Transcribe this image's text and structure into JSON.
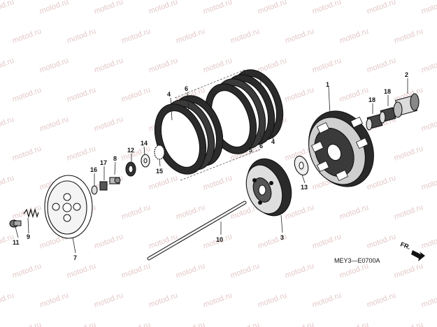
{
  "diagram": {
    "code": "MEY3—E0700A",
    "direction_label": "FR.",
    "watermark": "motod.ru",
    "callouts": [
      {
        "id": "c1",
        "text": "1"
      },
      {
        "id": "c2",
        "text": "2"
      },
      {
        "id": "c3",
        "text": "3"
      },
      {
        "id": "c4a",
        "text": "4"
      },
      {
        "id": "c4b",
        "text": "4"
      },
      {
        "id": "c5",
        "text": "5"
      },
      {
        "id": "c6a",
        "text": "6"
      },
      {
        "id": "c6b",
        "text": "6"
      },
      {
        "id": "c7",
        "text": "7"
      },
      {
        "id": "c8",
        "text": "8"
      },
      {
        "id": "c9",
        "text": "9"
      },
      {
        "id": "c10",
        "text": "10"
      },
      {
        "id": "c11",
        "text": "11"
      },
      {
        "id": "c12",
        "text": "12"
      },
      {
        "id": "c13",
        "text": "13"
      },
      {
        "id": "c14",
        "text": "14"
      },
      {
        "id": "c15",
        "text": "15"
      },
      {
        "id": "c16",
        "text": "16"
      },
      {
        "id": "c17",
        "text": "17"
      },
      {
        "id": "c18a",
        "text": "18"
      },
      {
        "id": "c18b",
        "text": "18"
      }
    ]
  }
}
